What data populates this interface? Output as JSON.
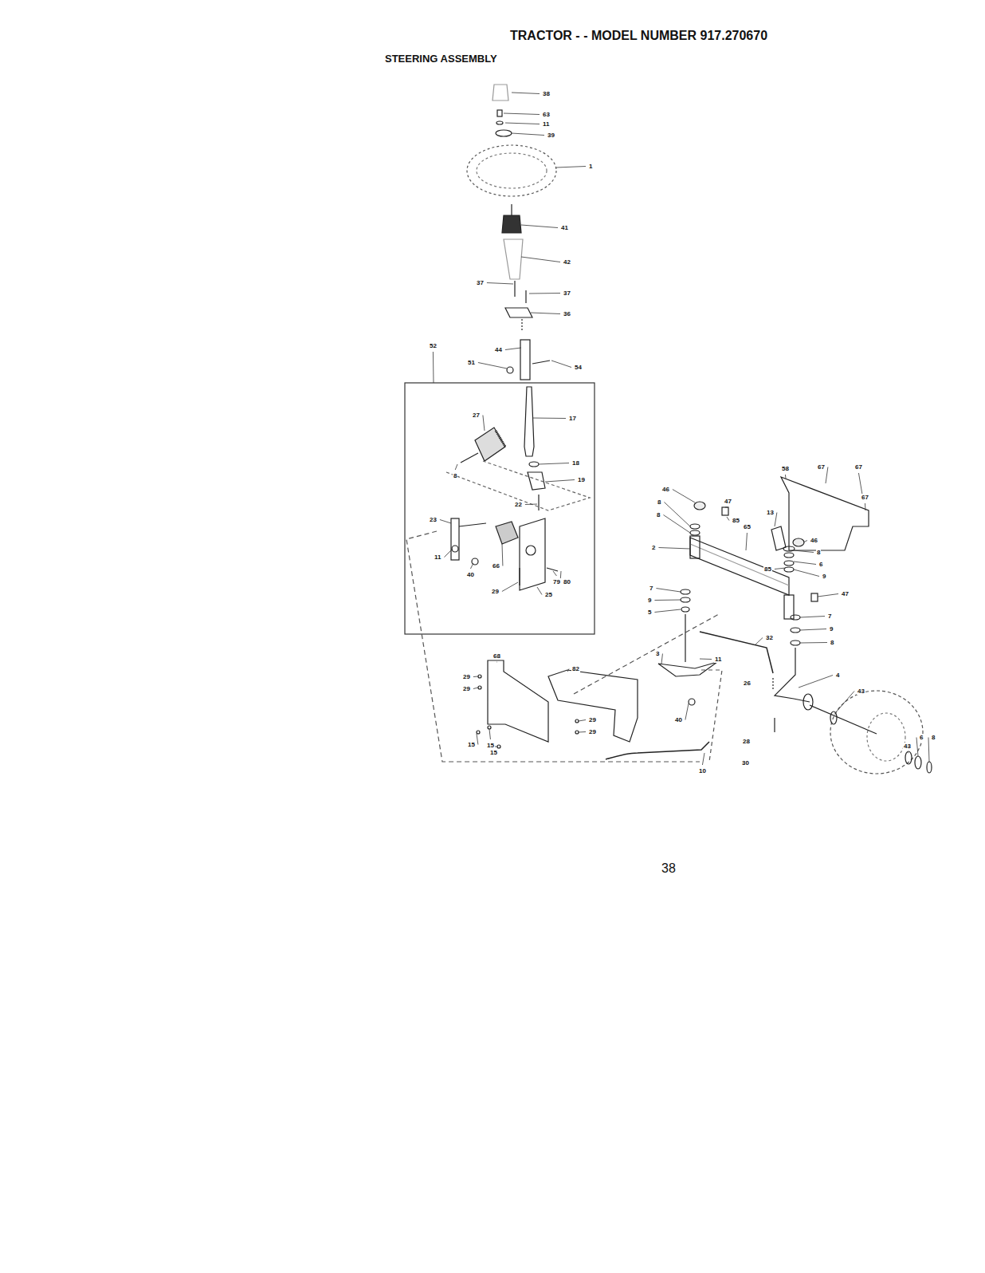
{
  "diagram": {
    "title": "TRACTOR - - MODEL NUMBER 917.270670",
    "labels": [
      "STEERING ASSEMBLY",
      "38",
      "63",
      "11",
      "39",
      "1",
      "41",
      "42",
      "37",
      "37",
      "36",
      "52",
      "44",
      "51",
      "54",
      "17",
      "27",
      "18",
      "8",
      "19",
      "22",
      "23",
      "11",
      "40",
      "66",
      "29",
      "79",
      "80",
      "25",
      "58",
      "67",
      "67",
      "67",
      "46",
      "47",
      "8",
      "8",
      "13",
      "65",
      "85",
      "46",
      "8",
      "85",
      "6",
      "9",
      "2",
      "7",
      "9",
      "5",
      "47",
      "7",
      "9",
      "8",
      "32",
      "3",
      "11",
      "26",
      "4",
      "43",
      "40",
      "28",
      "10",
      "30",
      "43",
      "6",
      "8",
      "68",
      "82",
      "29",
      "29",
      "15",
      "15",
      "15",
      "29",
      "29",
      "38"
    ]
  }
}
